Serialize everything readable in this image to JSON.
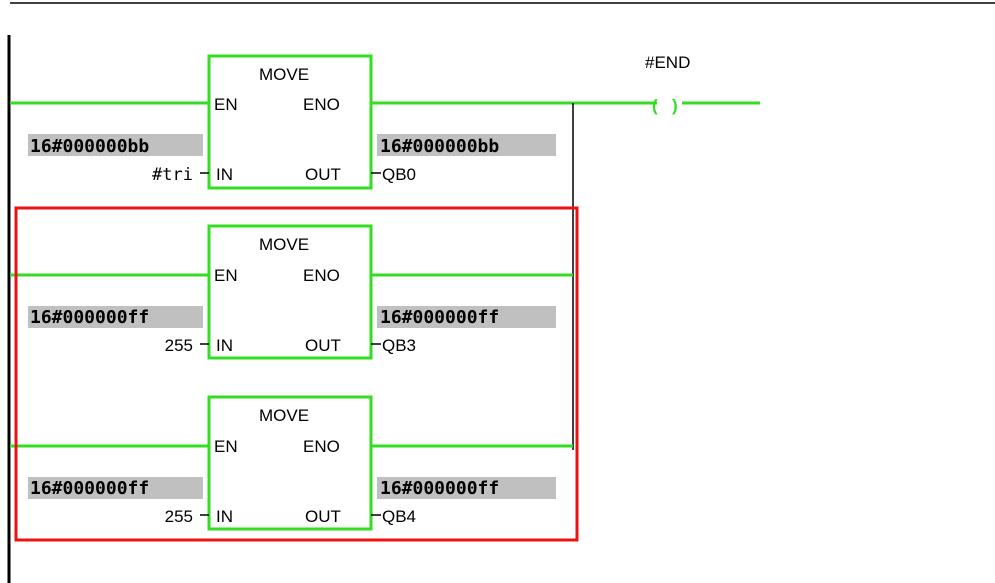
{
  "rungs": [
    {
      "block": {
        "title": "MOVE",
        "en": "EN",
        "eno": "ENO",
        "in": "IN",
        "out": "OUT"
      },
      "input_value": "16#000000bb",
      "input_operand": "#tri",
      "output_value": "16#000000bb",
      "output_operand": "QB0"
    },
    {
      "block": {
        "title": "MOVE",
        "en": "EN",
        "eno": "ENO",
        "in": "IN",
        "out": "OUT"
      },
      "input_value": "16#000000ff",
      "input_operand": "255",
      "output_value": "16#000000ff",
      "output_operand": "QB3"
    },
    {
      "block": {
        "title": "MOVE",
        "en": "EN",
        "eno": "ENO",
        "in": "IN",
        "out": "OUT"
      },
      "input_value": "16#000000ff",
      "input_operand": "255",
      "output_value": "16#000000ff",
      "output_operand": "QB4"
    }
  ],
  "coil": {
    "label": "#END"
  },
  "colors": {
    "wire": "#33dd22",
    "highlight_box": "#ee1111",
    "value_bg": "#c0c0c0"
  }
}
